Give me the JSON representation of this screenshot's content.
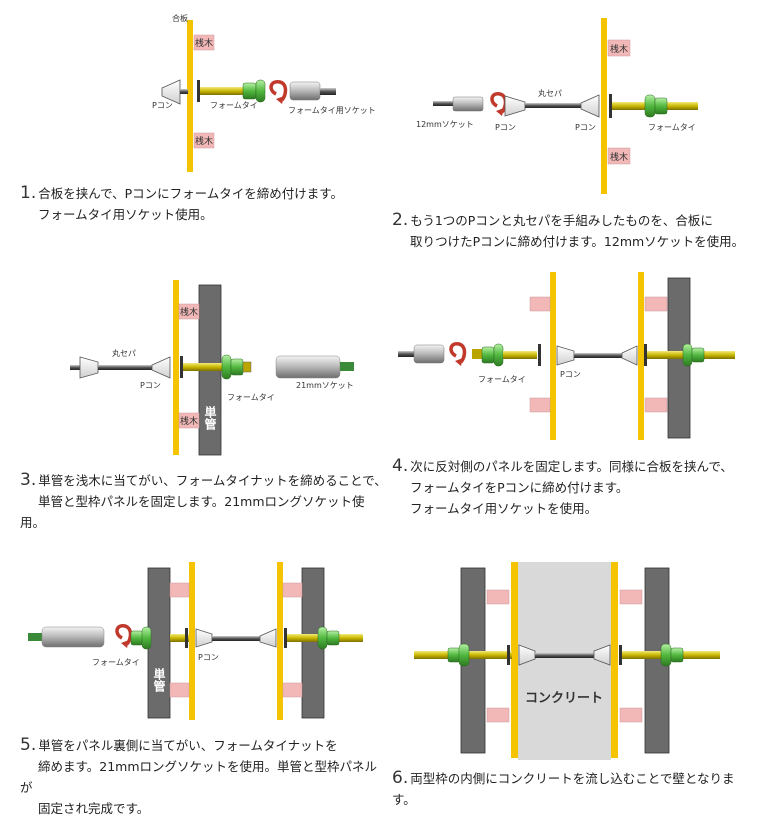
{
  "labels": {
    "goita": "合板",
    "sanki": "桟木",
    "pcon": "Pコン",
    "formtie": "フォームタイ",
    "formtie_socket": "フォームタイ用ソケット",
    "marusepa": "丸セパ",
    "socket12": "12mmソケット",
    "socket21": "21mmソケット",
    "tankan": "単管",
    "concrete": "コンクリート"
  },
  "steps": [
    {
      "num": "1.",
      "lines": [
        "合板を挟んで、Pコンにフォームタイを締め付けます。",
        "フォームタイ用ソケット使用。"
      ]
    },
    {
      "num": "2.",
      "lines": [
        "もう1つのPコンと丸セパを手組みしたものを、合板に",
        "取りつけたPコンに締め付けます。12mmソケットを使用。"
      ]
    },
    {
      "num": "3.",
      "lines": [
        "単管を浅木に当てがい、フォームタイナットを締めることで、",
        "単管と型枠パネルを固定します。21mmロングソケット使",
        "用。"
      ]
    },
    {
      "num": "4.",
      "lines": [
        "次に反対側のパネルを固定します。同様に合板を挟んで、",
        "フォームタイをPコンに締め付けます。",
        "フォームタイ用ソケットを使用。"
      ]
    },
    {
      "num": "5.",
      "lines": [
        "単管をパネル裏側に当てがい、フォームタイナットを",
        "締めます。21mmロングソケットを使用。単管と型枠パネル",
        "が",
        "固定され完成です。"
      ]
    },
    {
      "num": "6.",
      "lines": [
        "両型枠の内側にコンクリートを流し込むことで壁となりま",
        "す。"
      ]
    }
  ],
  "colors": {
    "plywood": "#f5c400",
    "pipe": "#6b6b6b",
    "cleat": "#f2b8b8",
    "rod": "#c8b400",
    "nut": "#5ec24a",
    "concrete": "#d9d9d9"
  }
}
